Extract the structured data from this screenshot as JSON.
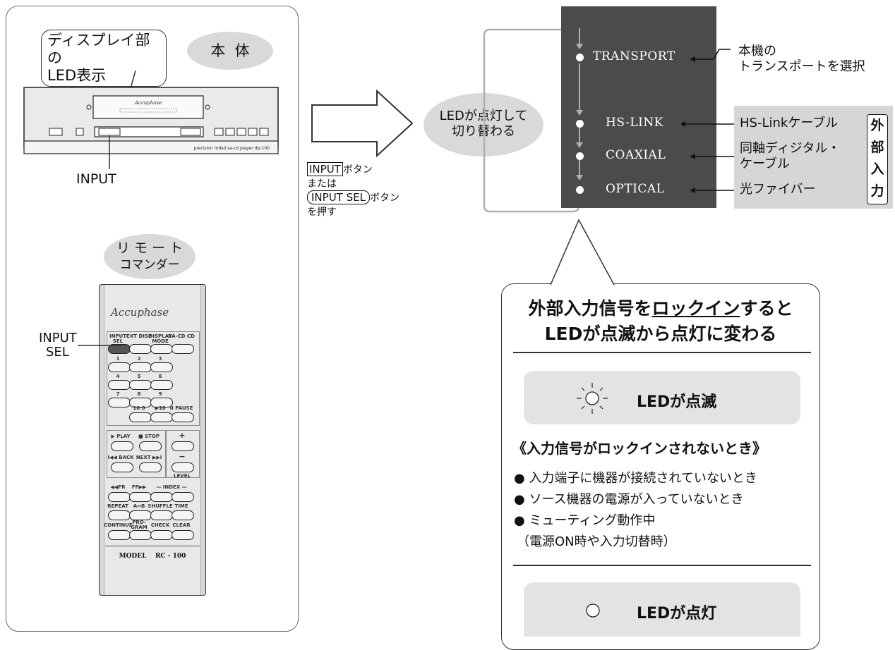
{
  "left": {
    "display_callout": [
      "ディスプレイ部の",
      "LED表示"
    ],
    "main_unit_label": "本  体",
    "front_panel_brand": "Accuphase",
    "front_panel_model": "precision mdsd sa-cd player dp-100",
    "input_label": "INPUT",
    "remote_label": [
      "リ モ ー ト",
      "コマンダー"
    ],
    "remote_brand": "Accuphase",
    "remote_model": "MODEL    RC - 100",
    "input_sel_label": [
      "INPUT",
      "SEL"
    ],
    "remote_buttons": [
      "INPUT SEL",
      "EXT DISP",
      "DISPLAY MODE",
      "SA-CD CD",
      "1",
      "2",
      "3",
      "4",
      "5",
      "6",
      "7",
      "8",
      "9",
      "10·0",
      "▶10",
      "II PAUSE",
      "▶ PLAY",
      "■ STOP",
      "+",
      "I◀◀ BACK",
      "NEXT ▶▶I",
      "−",
      "LEVEL",
      "◀◀FR",
      "FF▶▶",
      "— INDEX —",
      "REPEAT",
      "A↔B",
      "SHUFFLE",
      "TIME",
      "CONTINUE",
      "PRO-GRAM",
      "CHECK",
      "CLEAR"
    ]
  },
  "middle": {
    "step_instruction": {
      "input_key": "INPUT",
      "input_suffix": "ボタン",
      "or_text": "または",
      "input_sel_key": "INPUT SEL",
      "input_sel_suffix": "ボタン",
      "push_text": "を押す"
    },
    "led_switch_callout": [
      "LEDが点灯して",
      "切り替わる"
    ]
  },
  "sources": [
    {
      "name": "TRANSPORT",
      "desc": [
        "本機の",
        "トランスポートを選択"
      ]
    },
    {
      "name": "HS-LINK",
      "desc": [
        "HS-Linkケーブル"
      ]
    },
    {
      "name": "COAXIAL",
      "desc": [
        "同軸ディジタル・",
        "ケーブル"
      ]
    },
    {
      "name": "OPTICAL",
      "desc": [
        "光ファイバー"
      ]
    }
  ],
  "external_input_label": [
    "外",
    "部",
    "入",
    "力"
  ],
  "info": {
    "heading_line1_prefix": "外部入力信号を",
    "heading_line1_underlined": "ロックイン",
    "heading_line1_suffix": "すると",
    "heading_line2": "LEDが点滅から点灯に変わる",
    "blinking": {
      "label": "LEDが点滅",
      "condition_title": "《入力信号がロックインされないとき》",
      "bullets": [
        "入力端子に機器が接続されていないとき",
        "ソース機器の電源が入っていないとき",
        "ミューティング動作中"
      ],
      "note": "（電源ON時や入力切替時）"
    },
    "lit": {
      "label": "LEDが点灯"
    }
  },
  "colors": {
    "panel": "#4b4b4b",
    "gray": "#d9d9d9",
    "outline": "#333333"
  }
}
